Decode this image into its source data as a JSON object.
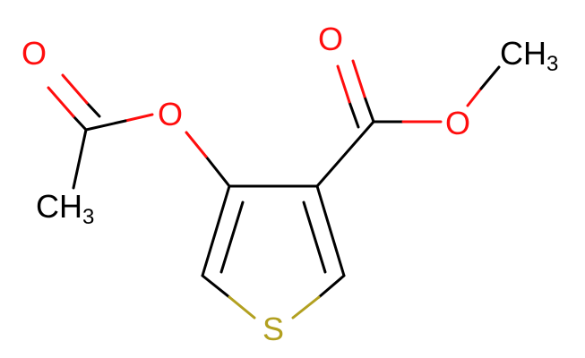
{
  "molecule": {
    "atoms": {
      "o_ketone_left": "O",
      "o_ester_left": "O",
      "ch3_left": "CH",
      "ch3_left_sub": "3",
      "o_carbonyl_right": "O",
      "o_ester_right": "O",
      "ch3_right": "CH",
      "ch3_right_sub": "3",
      "sulfur": "S"
    },
    "colors": {
      "carbon": "#000000",
      "oxygen": "#ff0d0d",
      "sulfur": "#b2a020"
    }
  }
}
